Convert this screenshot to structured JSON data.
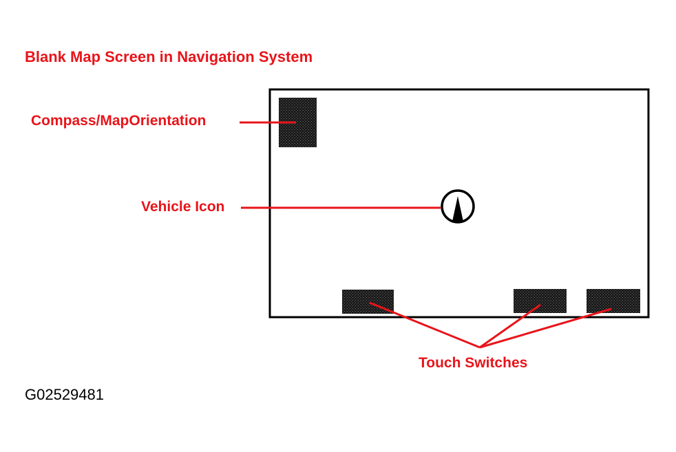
{
  "title": "Blank Map Screen in Navigation System",
  "callouts": {
    "compass": "Compass/MapOrientation",
    "vehicle": "Vehicle Icon",
    "touch_switches": "Touch Switches"
  },
  "figure_id": "G02529481",
  "colors": {
    "label": "#e8141a",
    "leader_line": "#e8141a",
    "screen_border": "#000000",
    "block_fill": "#1a1a1a",
    "text_dark": "#000000"
  },
  "icons": {
    "compass": "compass-block-icon",
    "vehicle": "vehicle-arrow-icon"
  }
}
